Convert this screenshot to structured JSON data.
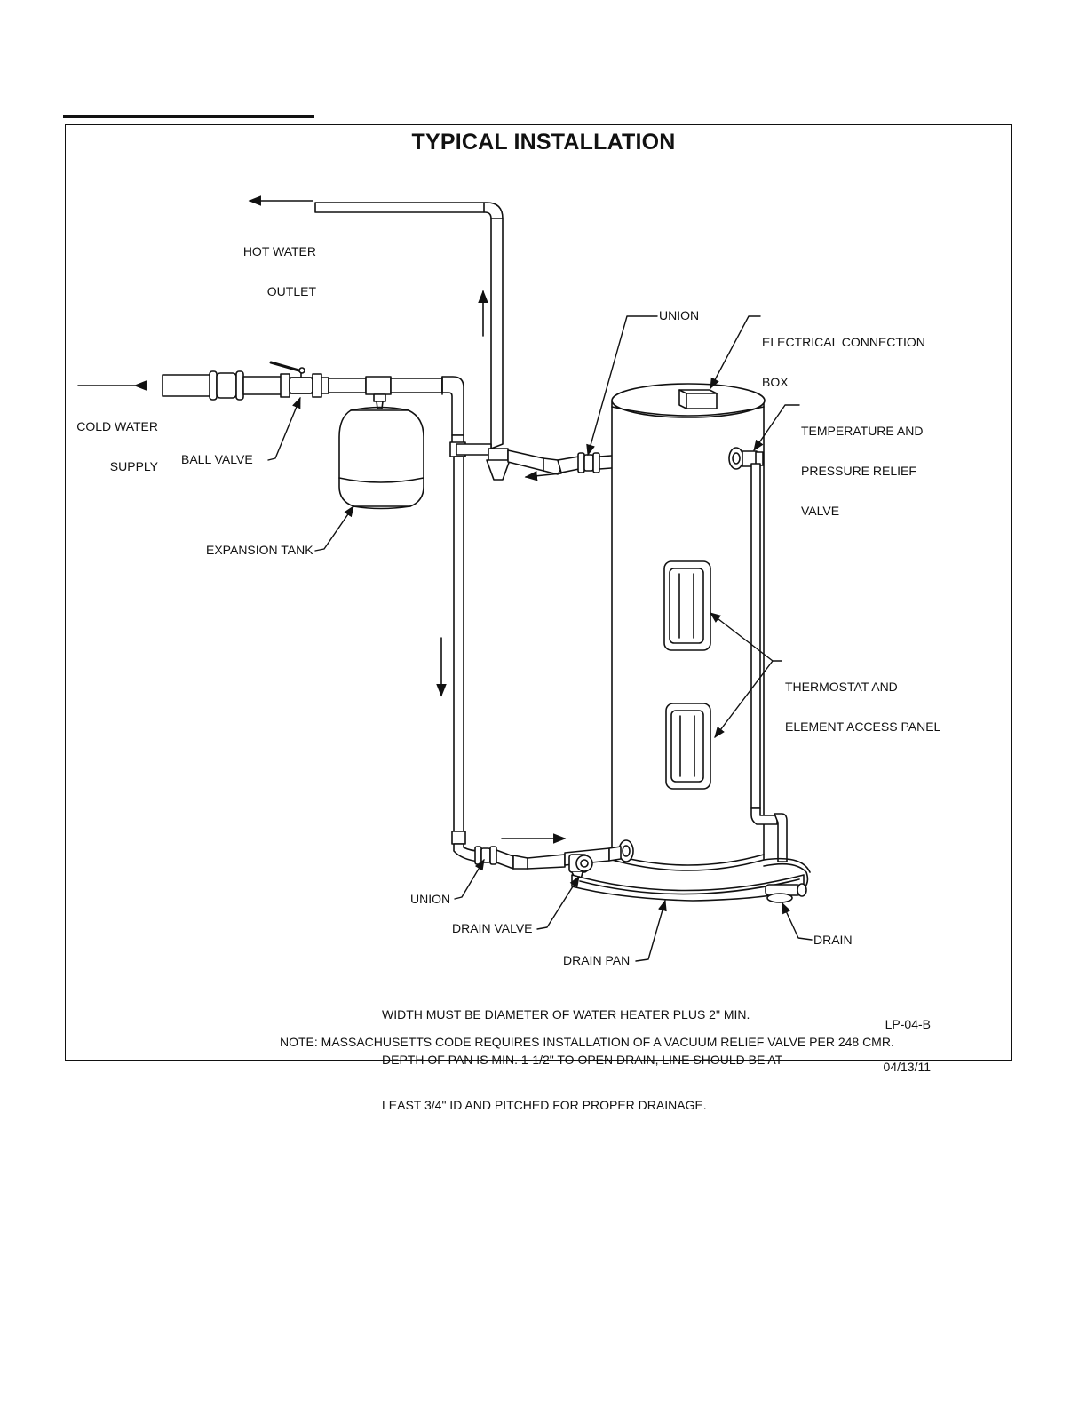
{
  "title": "TYPICAL INSTALLATION",
  "labels": {
    "hot_water_outlet": [
      "HOT WATER",
      "OUTLET"
    ],
    "cold_water_supply": [
      "COLD WATER",
      "SUPPLY"
    ],
    "ball_valve": "BALL VALVE",
    "expansion_tank": "EXPANSION TANK",
    "union_top": "UNION",
    "electrical_box": [
      "ELECTRICAL CONNECTION",
      "BOX"
    ],
    "tp_relief": [
      "TEMPERATURE AND",
      "PRESSURE RELIEF",
      "VALVE"
    ],
    "thermostat_panel": [
      "THERMOSTAT AND",
      "ELEMENT ACCESS PANEL"
    ],
    "union_bottom": "UNION",
    "drain_valve": "DRAIN VALVE",
    "drain_pan": "DRAIN PAN",
    "drain": "DRAIN"
  },
  "pan_note": [
    "WIDTH MUST BE DIAMETER OF WATER HEATER PLUS 2\" MIN.",
    "DEPTH OF PAN IS MIN. 1-1/2\" TO OPEN DRAIN, LINE SHOULD BE AT",
    "LEAST 3/4\" ID AND PITCHED FOR PROPER DRAINAGE."
  ],
  "drawing_code": [
    "LP-04-B",
    "04/13/11"
  ],
  "massachusetts_note": "NOTE: MASSACHUSETTS CODE REQUIRES INSTALLATION OF A VACUUM RELIEF VALVE PER 248 CMR."
}
